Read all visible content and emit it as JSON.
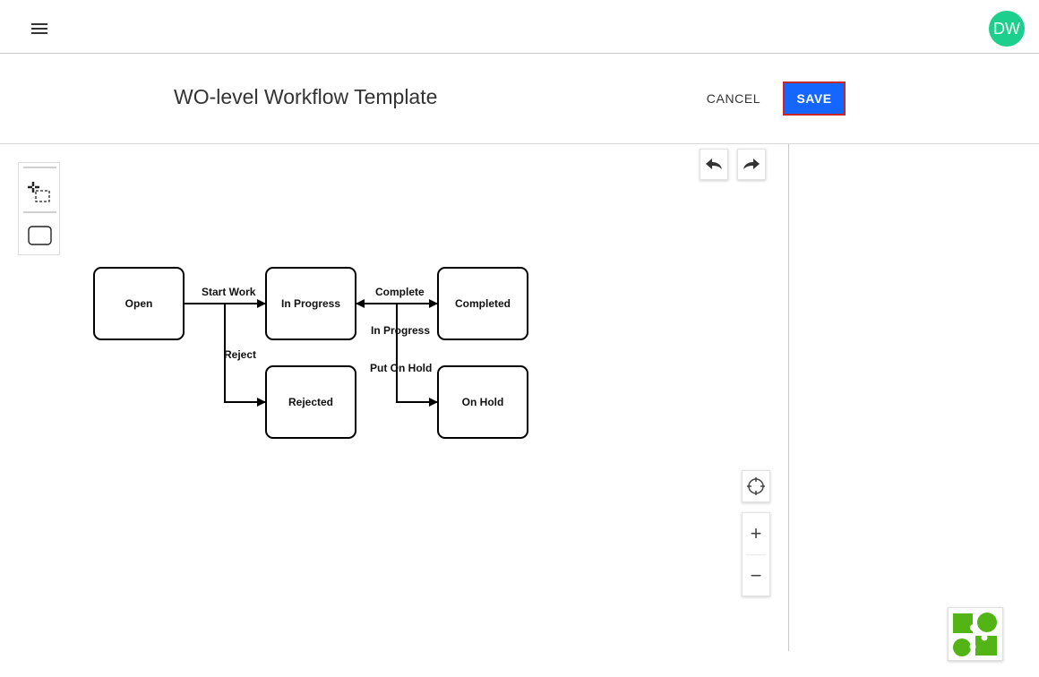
{
  "header": {
    "menu_icon": "hamburger-menu-icon",
    "avatar_initials": "DW",
    "avatar_color": "#1ccf8c"
  },
  "toolbar": {
    "title": "WO-level Workflow Template",
    "cancel_label": "CANCEL",
    "save_label": "SAVE",
    "save_color": "#1565ff"
  },
  "palette": {
    "tools": [
      {
        "icon": "lasso-select-icon"
      },
      {
        "icon": "state-shape-icon"
      }
    ]
  },
  "history": {
    "undo_icon": "undo-icon",
    "redo_icon": "redo-icon"
  },
  "canvas_controls": {
    "recenter_icon": "recenter-icon",
    "zoom_in_label": "+",
    "zoom_out_label": "−"
  },
  "diagram": {
    "nodes": {
      "open": "Open",
      "in_progress": "In Progress",
      "completed": "Completed",
      "rejected": "Rejected",
      "on_hold": "On Hold"
    },
    "edge_labels": {
      "start_work": "Start Work",
      "reject": "Reject",
      "complete": "Complete",
      "back_in_progress": "In Progress",
      "put_on_hold": "Put On Hold"
    }
  }
}
